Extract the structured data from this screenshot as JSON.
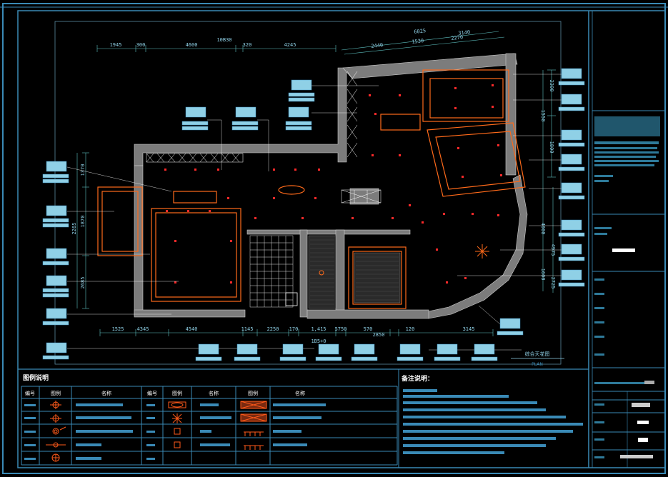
{
  "drawing": {
    "dims_top": [
      "1945",
      "300",
      "4600",
      "10B30",
      "320",
      "4245"
    ],
    "dims_top_right": [
      "6025",
      "3140",
      "2440",
      "1530",
      "2270"
    ],
    "dims_bottom": [
      "1525",
      "4345",
      "4540",
      "1145",
      "2250",
      "170",
      "1,415",
      "5750",
      "570",
      "2850",
      "120",
      "3145"
    ],
    "dims_bottom_total": "1B5+0",
    "dims_left": [
      "1370",
      "1870",
      "2285",
      "2685"
    ],
    "dims_right": [
      "2300",
      "1550",
      "1800",
      "4000",
      "4975",
      "1600",
      "2725"
    ],
    "view_title": "综合天花图",
    "view_subtitle": "PLAN"
  },
  "legend": {
    "title": "图例说明",
    "headers": [
      "编号",
      "图例",
      "名称",
      "编号",
      "图例",
      "名称",
      "图例",
      "名称"
    ]
  },
  "notes": {
    "title": "备注说明："
  },
  "colors": {
    "frame": "#3a8ab6",
    "label_block": "#8fd0e6",
    "wall": "#8a8a8a",
    "orange": "#ff6a1a",
    "red": "#ff2a2a",
    "white": "#ffffff",
    "yellow": "#e8d070"
  }
}
